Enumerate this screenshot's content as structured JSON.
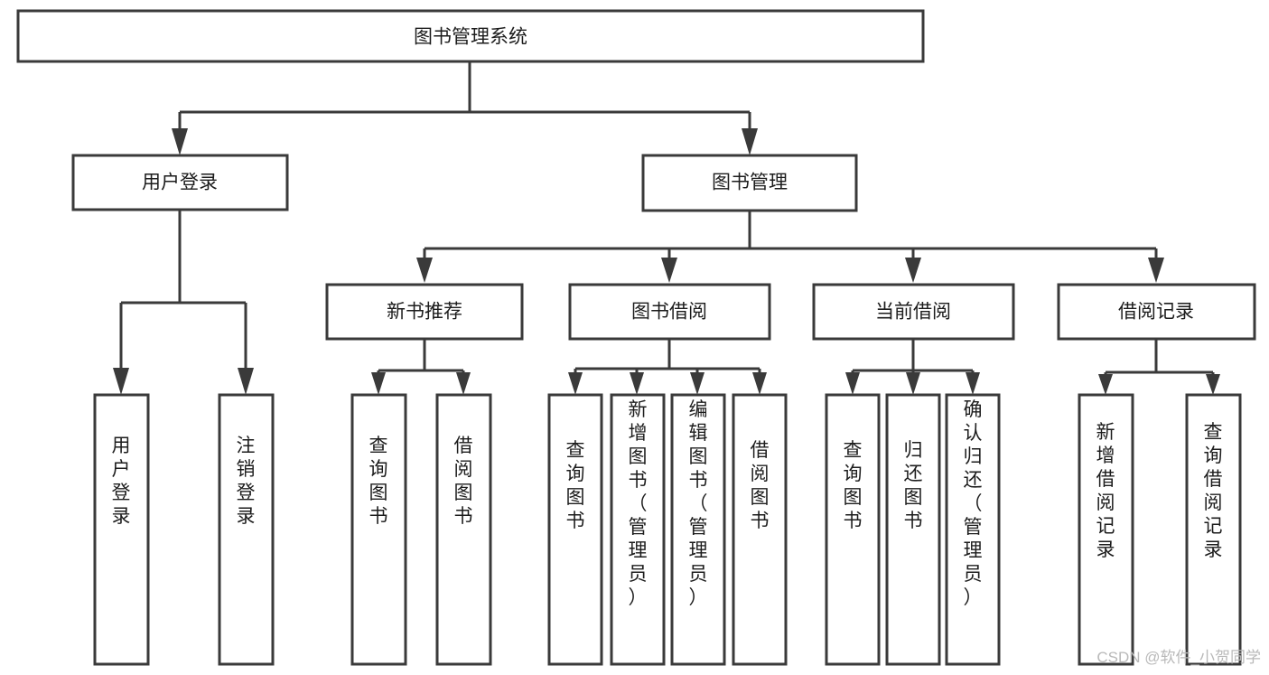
{
  "diagram": {
    "type": "tree-hierarchy-chart",
    "title": "图书管理系统",
    "orientation": "top-down",
    "colors": {
      "stroke": "#3a3a3a",
      "fill": "#ffffff",
      "text": "#1c1c1c",
      "watermark": "#b9b9b9"
    },
    "root": {
      "label": "图书管理系统"
    },
    "level1": [
      {
        "label": "用户登录"
      },
      {
        "label": "图书管理"
      }
    ],
    "level2": [
      {
        "label": "新书推荐"
      },
      {
        "label": "图书借阅"
      },
      {
        "label": "当前借阅"
      },
      {
        "label": "借阅记录"
      }
    ],
    "leaves": {
      "user_login": [
        {
          "label": "用户登录"
        },
        {
          "label": "注销登录"
        }
      ],
      "new_book_recommend": [
        {
          "label": "查询图书"
        },
        {
          "label": "借阅图书"
        }
      ],
      "book_borrow": [
        {
          "label": "查询图书"
        },
        {
          "label": "新增图书（管理员）"
        },
        {
          "label": "编辑图书（管理员）"
        },
        {
          "label": "借阅图书"
        }
      ],
      "current_borrow": [
        {
          "label": "查询图书"
        },
        {
          "label": "归还图书"
        },
        {
          "label": "确认归还（管理员）"
        }
      ],
      "borrow_record": [
        {
          "label": "新增借阅记录"
        },
        {
          "label": "查询借阅记录"
        }
      ]
    },
    "watermark": "CSDN @软件_小贺同学"
  }
}
